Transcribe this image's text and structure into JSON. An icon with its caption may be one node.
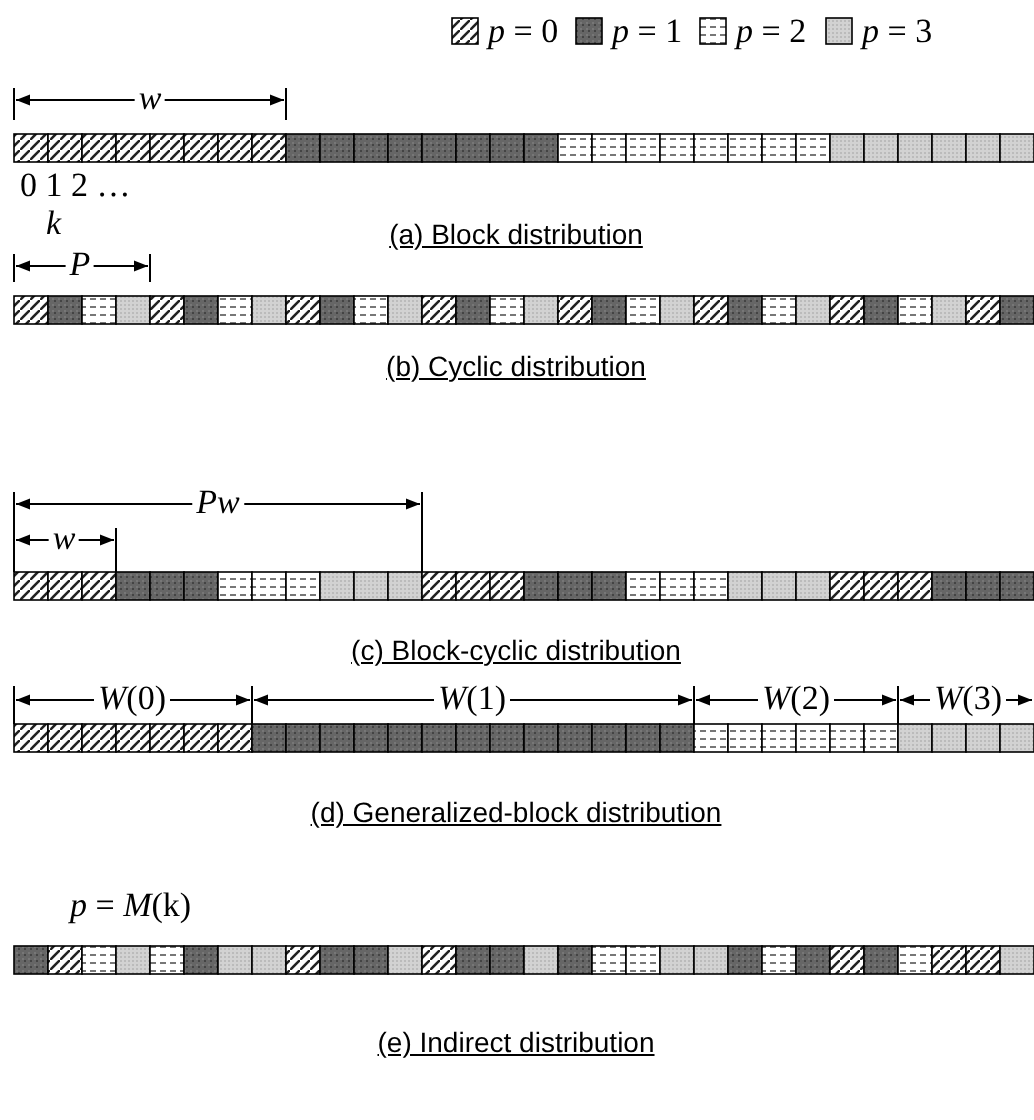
{
  "diagram": {
    "labels": [
      "w",
      "0 1 2 …",
      "k",
      "(a) Block distribution",
      "P",
      "(b) Cyclic distribution",
      "Pw",
      "w",
      "(c) Block-cyclic distribution",
      "*W*(0)",
      "*W*(1)",
      "*W*(2)",
      "*W*(3)",
      "(d) Generalized-block distribution",
      "*p* = *M*(k)",
      "(e) Indirect distribution"
    ],
    "legend": [
      {
        "text": "*p* = 0"
      },
      {
        "text": "*p* = 1"
      },
      {
        "text": "*p* = 2"
      },
      {
        "text": "*p* = 3"
      }
    ]
  }
}
